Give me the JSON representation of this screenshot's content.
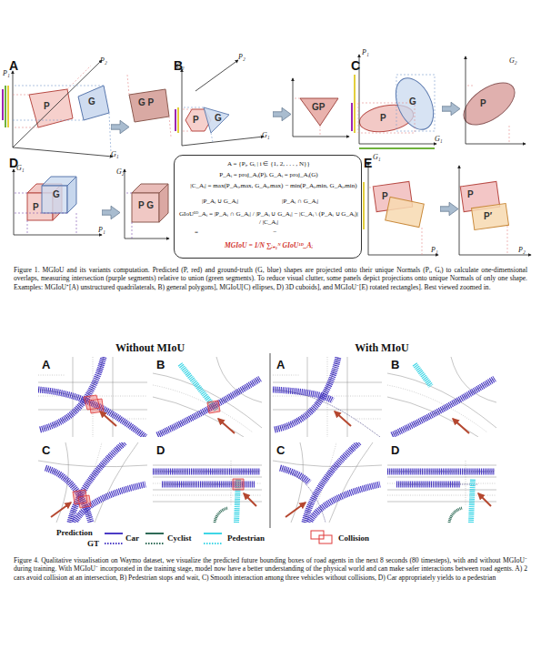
{
  "diagram": {
    "caption": "Figure 1. MGIoU and its variants computation. Predicted (P, red) and ground-truth (G, blue) shapes are projected onto their unique Normals (Pᵢ, Gᵢ) to calculate one-dimensional overlaps, measuring intersection (purple segments) relative to union (green segments). To reduce visual clutter, some panels depict projections onto unique Normals of only one shape. Examples: MGIoU⁺[A) unstructured quadrilaterals, B) general polygons], MGIoU[C) ellipses, D) 3D cuboids], and MGIoU⁻[E) rotated rectangles]. Best viewed zoomed in.",
    "nodes": [
      {
        "text": [
          "A = {Pᵢ, Gᵢ | i ∈ {1, 2, . . . , N}}",
          "P_Aᵢ = proj_Aᵢ(P),   G_Aᵢ = proj_Aᵢ(G)",
          "|C_Aᵢ| = max(P_Aᵢ,max, G_Aᵢ,max) − min(P_Aᵢ,min, G_Aᵢ,min)",
          "|P_Aᵢ ∪ G_Aᵢ|",
          "|P_Aᵢ ∩ G_Aᵢ|",
          "GIoU¹ᴰ_Aᵢ = |P_Aᵢ ∩ G_Aᵢ| / |P_Aᵢ ∪ G_Aᵢ| − |C_Aᵢ \\ (P_Aᵢ ∪ G_Aᵢ)| / |C_Aᵢ|",
          "=",
          "−",
          "MGIoU = 1/N ∑ᵢ₌₁ᴺ GIoU¹ᴰ_Aᵢ"
        ]
      }
    ],
    "labels": [
      "A",
      "B",
      "C",
      "D",
      "E",
      "P",
      "G",
      "G P",
      "P",
      "G",
      "GP",
      "P",
      "G",
      "P",
      "P",
      "G",
      "P G",
      "P",
      "P",
      "P′",
      "P₁",
      "G₁",
      "P₂",
      "P₂",
      "G₁",
      "G₂",
      "P₁",
      "G₁",
      "G₂",
      "G₁",
      "P₁",
      "G₂",
      "G₁",
      "P₁",
      "P₂",
      "Without MIoU",
      "With MIoU",
      "A",
      "B",
      "C",
      "D",
      "A",
      "B",
      "C",
      "D",
      "Prediction",
      "GT",
      "Figure 4. Qualitative visualisation on Waymo dataset, we visualize the predicted future bounding boxes of road agents in the next 8 seconds (80 timesteps), with and without MGIoU⁻ during training. With MGIoU⁻ incorporated in the training stage, model now have a better understanding of the physical world and can make safer interactions between road agents. A) 2 cars avoid collision at an intersection, B) Pedestrian stops and wait, C) Smooth interaction among three vehicles without collisions, D) Car appropriately yields to a pedestrian"
    ],
    "legend": [
      {
        "text": "Car"
      },
      {
        "text": "Cyclist"
      },
      {
        "text": "Pedestrian"
      },
      {
        "text": "Collision"
      }
    ]
  }
}
